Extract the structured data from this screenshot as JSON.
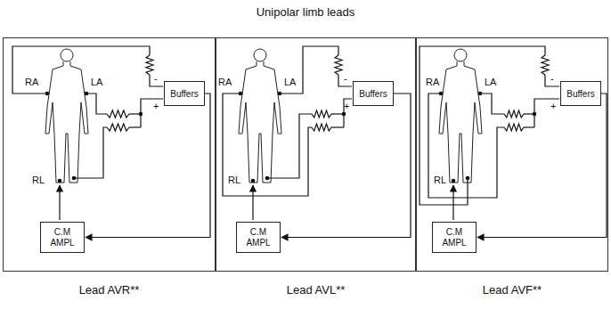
{
  "diagram": {
    "title": "Unipolar limb leads",
    "nodes": [
      {
        "text": [
          "Lead AVR**"
        ]
      },
      {
        "text": [
          "Buffers"
        ],
        "in": 0
      },
      {
        "text": [
          "C.M AMPL"
        ],
        "in": 0
      },
      {
        "text": [
          "Lead AVL**"
        ]
      },
      {
        "text": [
          "Buffers"
        ],
        "in": 3
      },
      {
        "text": [
          "C.M AMPL"
        ],
        "in": 3
      },
      {
        "text": [
          "Lead AVF**"
        ]
      },
      {
        "text": [
          "Buffers"
        ],
        "in": 6
      },
      {
        "text": [
          "C.M AMPL"
        ],
        "in": 6
      }
    ],
    "edges": [
      {
        "from": 1,
        "to": 2,
        "arrow": "to"
      },
      {
        "from": 4,
        "to": 5,
        "arrow": "to"
      },
      {
        "from": 7,
        "to": 8,
        "arrow": "to"
      }
    ],
    "labels": [
      "RA",
      "LA",
      "RL",
      "-",
      "+",
      "RA",
      "LA",
      "RL",
      "-",
      "+",
      "RA",
      "LA",
      "RL",
      "-",
      "+"
    ]
  }
}
